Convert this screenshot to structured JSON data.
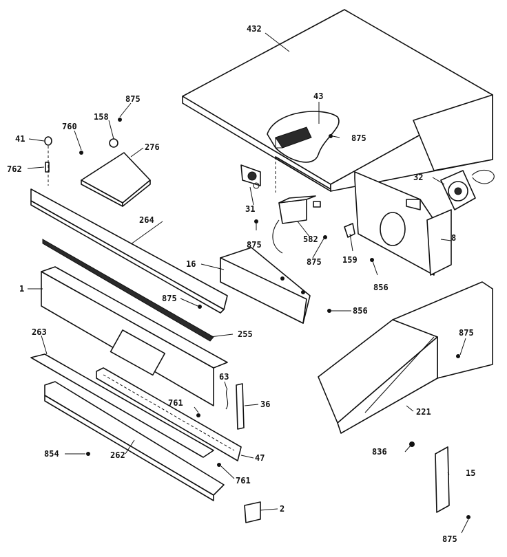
{
  "labels": {
    "l432": "432",
    "l43": "43",
    "l875_a": "875",
    "l875_b": "875",
    "l875_c": "875",
    "l875_d": "875",
    "l875_e": "875",
    "l875_f": "875",
    "l875_g": "875",
    "l158": "158",
    "l760": "760",
    "l41": "41",
    "l762": "762",
    "l276": "276",
    "l32": "32",
    "l31": "31",
    "l582": "582",
    "l159": "159",
    "l8": "8",
    "l856_a": "856",
    "l856_b": "856",
    "l264": "264",
    "l16": "16",
    "l1": "1",
    "l255": "255",
    "l263": "263",
    "l63": "63",
    "l36": "36",
    "l761_a": "761",
    "l761_b": "761",
    "l854": "854",
    "l262": "262",
    "l47": "47",
    "l2": "2",
    "l221": "221",
    "l836": "836",
    "l15": "15"
  }
}
